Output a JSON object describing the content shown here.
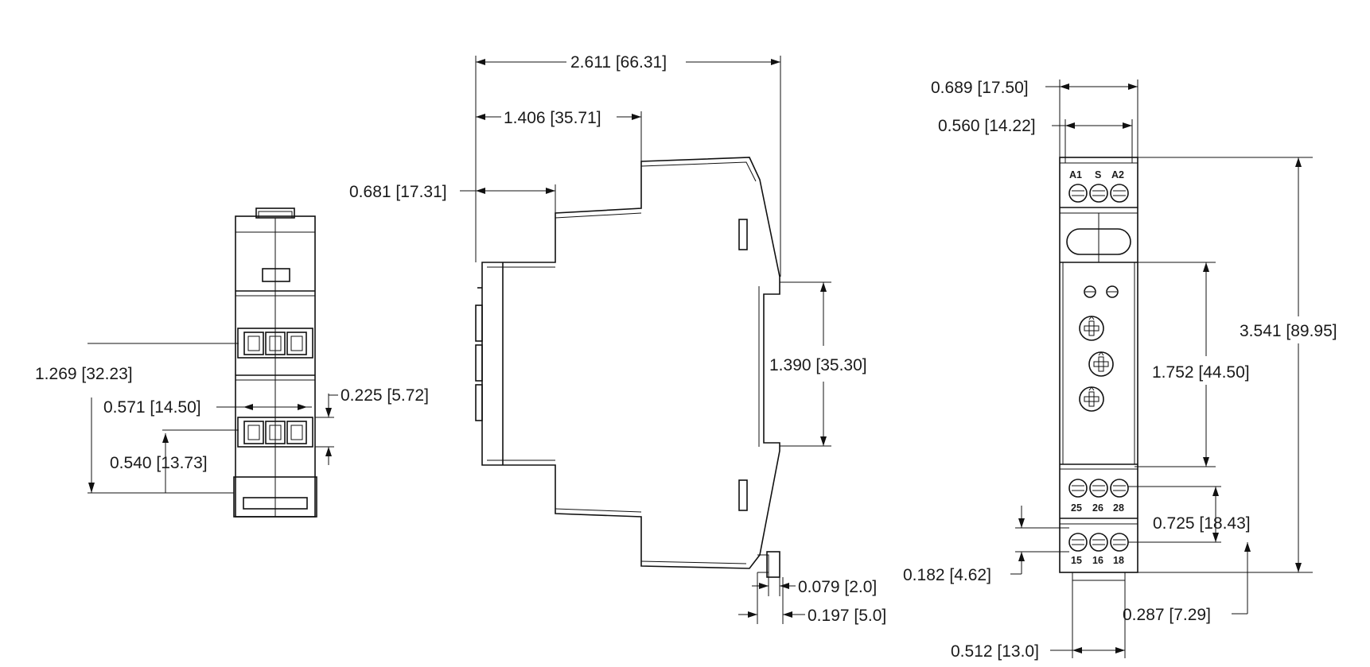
{
  "front_view": {
    "dim_height_overall": "1.269 [32.23]",
    "dim_terminal_width": "0.571 [14.50]",
    "dim_lower_height": "0.540 [13.73]",
    "dim_terminal_pitch": "0.225 [5.72]"
  },
  "side_view": {
    "dim_overall_depth": "2.611 [66.31]",
    "dim_step_depth": "1.406 [35.71]",
    "dim_front_depth": "0.681 [17.31]",
    "dim_din_clip": "1.390 [35.30]",
    "dim_clip_small": "0.079 [2.0]",
    "dim_clip_large": "0.197 [5.0]"
  },
  "face_view": {
    "dim_outer_width": "0.689 [17.50]",
    "dim_inner_width": "0.560 [14.22]",
    "dim_overall_height": "3.541 [89.95]",
    "dim_face_height": "1.752 [44.50]",
    "dim_terminal_row": "0.725 [18.43]",
    "dim_terminal_offset": "0.182 [4.62]",
    "dim_bottom_offset": "0.287 [7.29]",
    "dim_rail_width": "0.512 [13.0]",
    "top_terminals": [
      "A1",
      "S",
      "A2"
    ],
    "mid_terminals": [
      "25",
      "26",
      "28"
    ],
    "bottom_terminals": [
      "15",
      "16",
      "18"
    ]
  }
}
